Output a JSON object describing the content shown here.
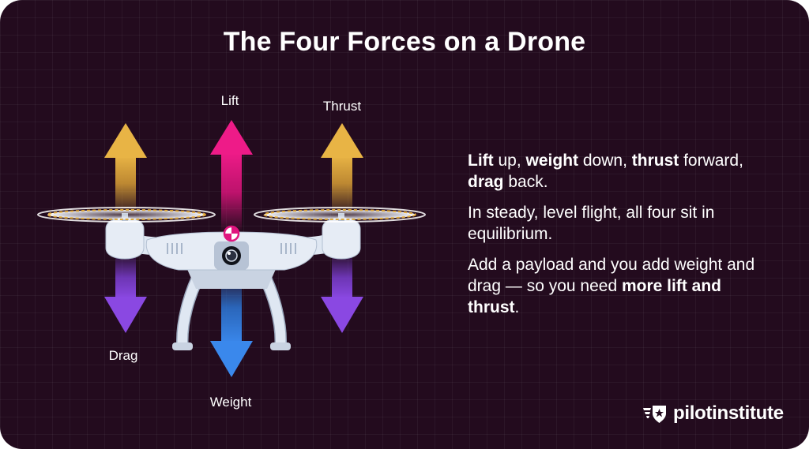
{
  "title": "The Four Forces on a Drone",
  "forces": {
    "lift": "Lift",
    "thrust": "Thrust",
    "drag": "Drag",
    "weight": "Weight"
  },
  "colors": {
    "background": "#230b1e",
    "lift": "#e0157f",
    "thrust": "#e0a93b",
    "drag": "#7e3fd4",
    "weight": "#2f7de0",
    "drone_body": "#dfe7f2"
  },
  "paragraphs": [
    [
      {
        "t": "Lift",
        "b": true
      },
      {
        "t": " up, ",
        "b": false
      },
      {
        "t": "weight",
        "b": true
      },
      {
        "t": " down, ",
        "b": false
      },
      {
        "t": "thrust",
        "b": true
      },
      {
        "t": " forward, ",
        "b": false
      },
      {
        "t": "drag",
        "b": true
      },
      {
        "t": " back.",
        "b": false
      }
    ],
    [
      {
        "t": "In steady, level flight, all four sit in equilibrium.",
        "b": false
      }
    ],
    [
      {
        "t": "Add a payload and you add weight and drag — so you need ",
        "b": false
      },
      {
        "t": "more lift and thrust",
        "b": true
      },
      {
        "t": ".",
        "b": false
      }
    ]
  ],
  "brand": {
    "logo_icon": "winged-star-shield-icon",
    "name": "pilotinstitute"
  }
}
